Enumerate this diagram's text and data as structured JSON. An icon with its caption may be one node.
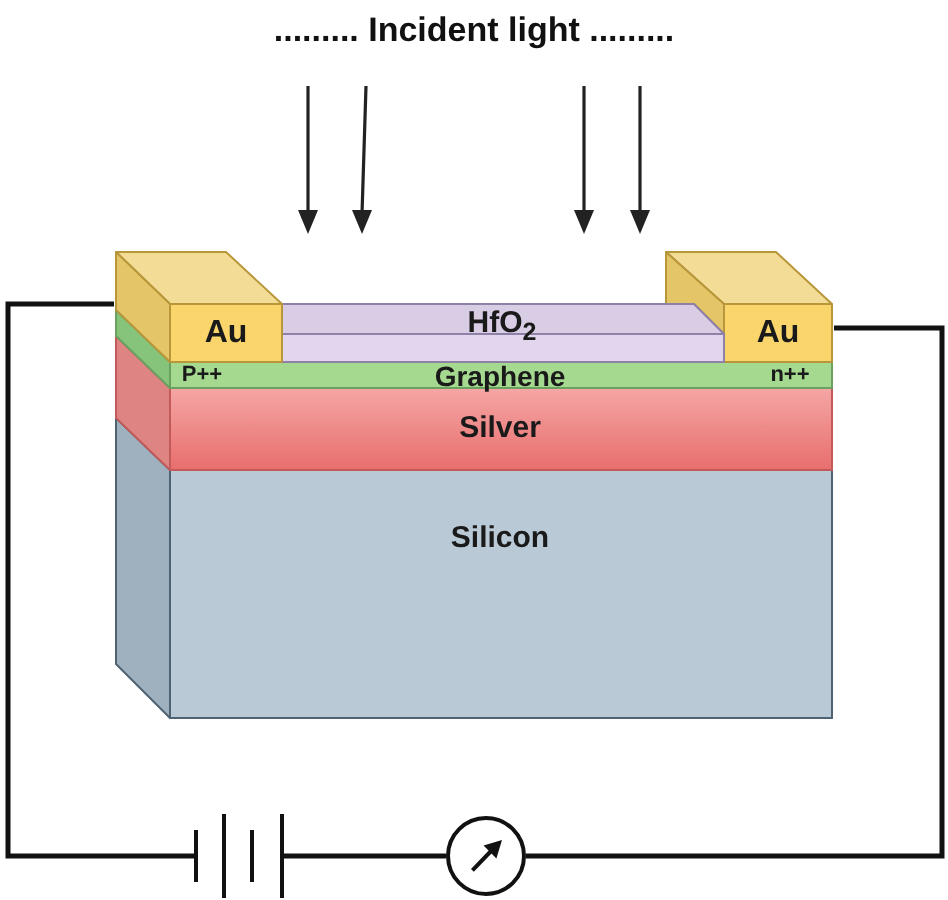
{
  "diagram": {
    "nodes": [
      {
        "text": [
          "Au"
        ]
      },
      {
        "text": [
          "HfO$_{2}$"
        ]
      },
      {
        "text": [
          "Au"
        ]
      },
      {
        "text": [
          "P++",
          "Graphene",
          "n++"
        ]
      },
      {
        "text": [
          "Silver"
        ]
      },
      {
        "text": [
          "Silicon"
        ]
      },
      {
        "text": [],
        "shape": "picture"
      },
      {
        "text": [],
        "shape": "circle"
      }
    ],
    "edges": [
      {
        "from": 0,
        "to": 6,
        "arrow": "none"
      },
      {
        "from": 6,
        "to": 7,
        "arrow": "none"
      },
      {
        "from": 7,
        "to": 2,
        "arrow": "none"
      }
    ],
    "labels": [
      "......... Incident light ........."
    ]
  }
}
